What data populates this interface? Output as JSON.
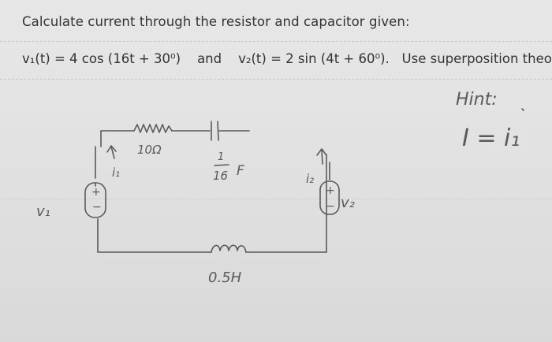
{
  "problem": {
    "line1": "Calculate current through the resistor and capacitor given:",
    "v1_expr": "v₁(t) = 4 cos (16t + 30⁰)",
    "conjunction": "and",
    "v2_expr": "v₂(t) = 2 sin (4t + 60⁰).",
    "instruction": "Use superposition theorem"
  },
  "handwriting": {
    "hint_label": "Hint:",
    "hint_formula": "I = i₁",
    "resistor_label": "10Ω",
    "capacitor_label_num": "1",
    "capacitor_label_den": "16",
    "capacitor_unit": "F",
    "inductor_label": "0.5H",
    "i1_label": "i₁",
    "i2_label": "i₂",
    "v1_label": "v₁",
    "v2_label": "v₂",
    "plus": "+",
    "minus": "−"
  },
  "colors": {
    "print_text": "#333333",
    "ink": "#5a5a5a",
    "paper": "#e3e3e3"
  }
}
